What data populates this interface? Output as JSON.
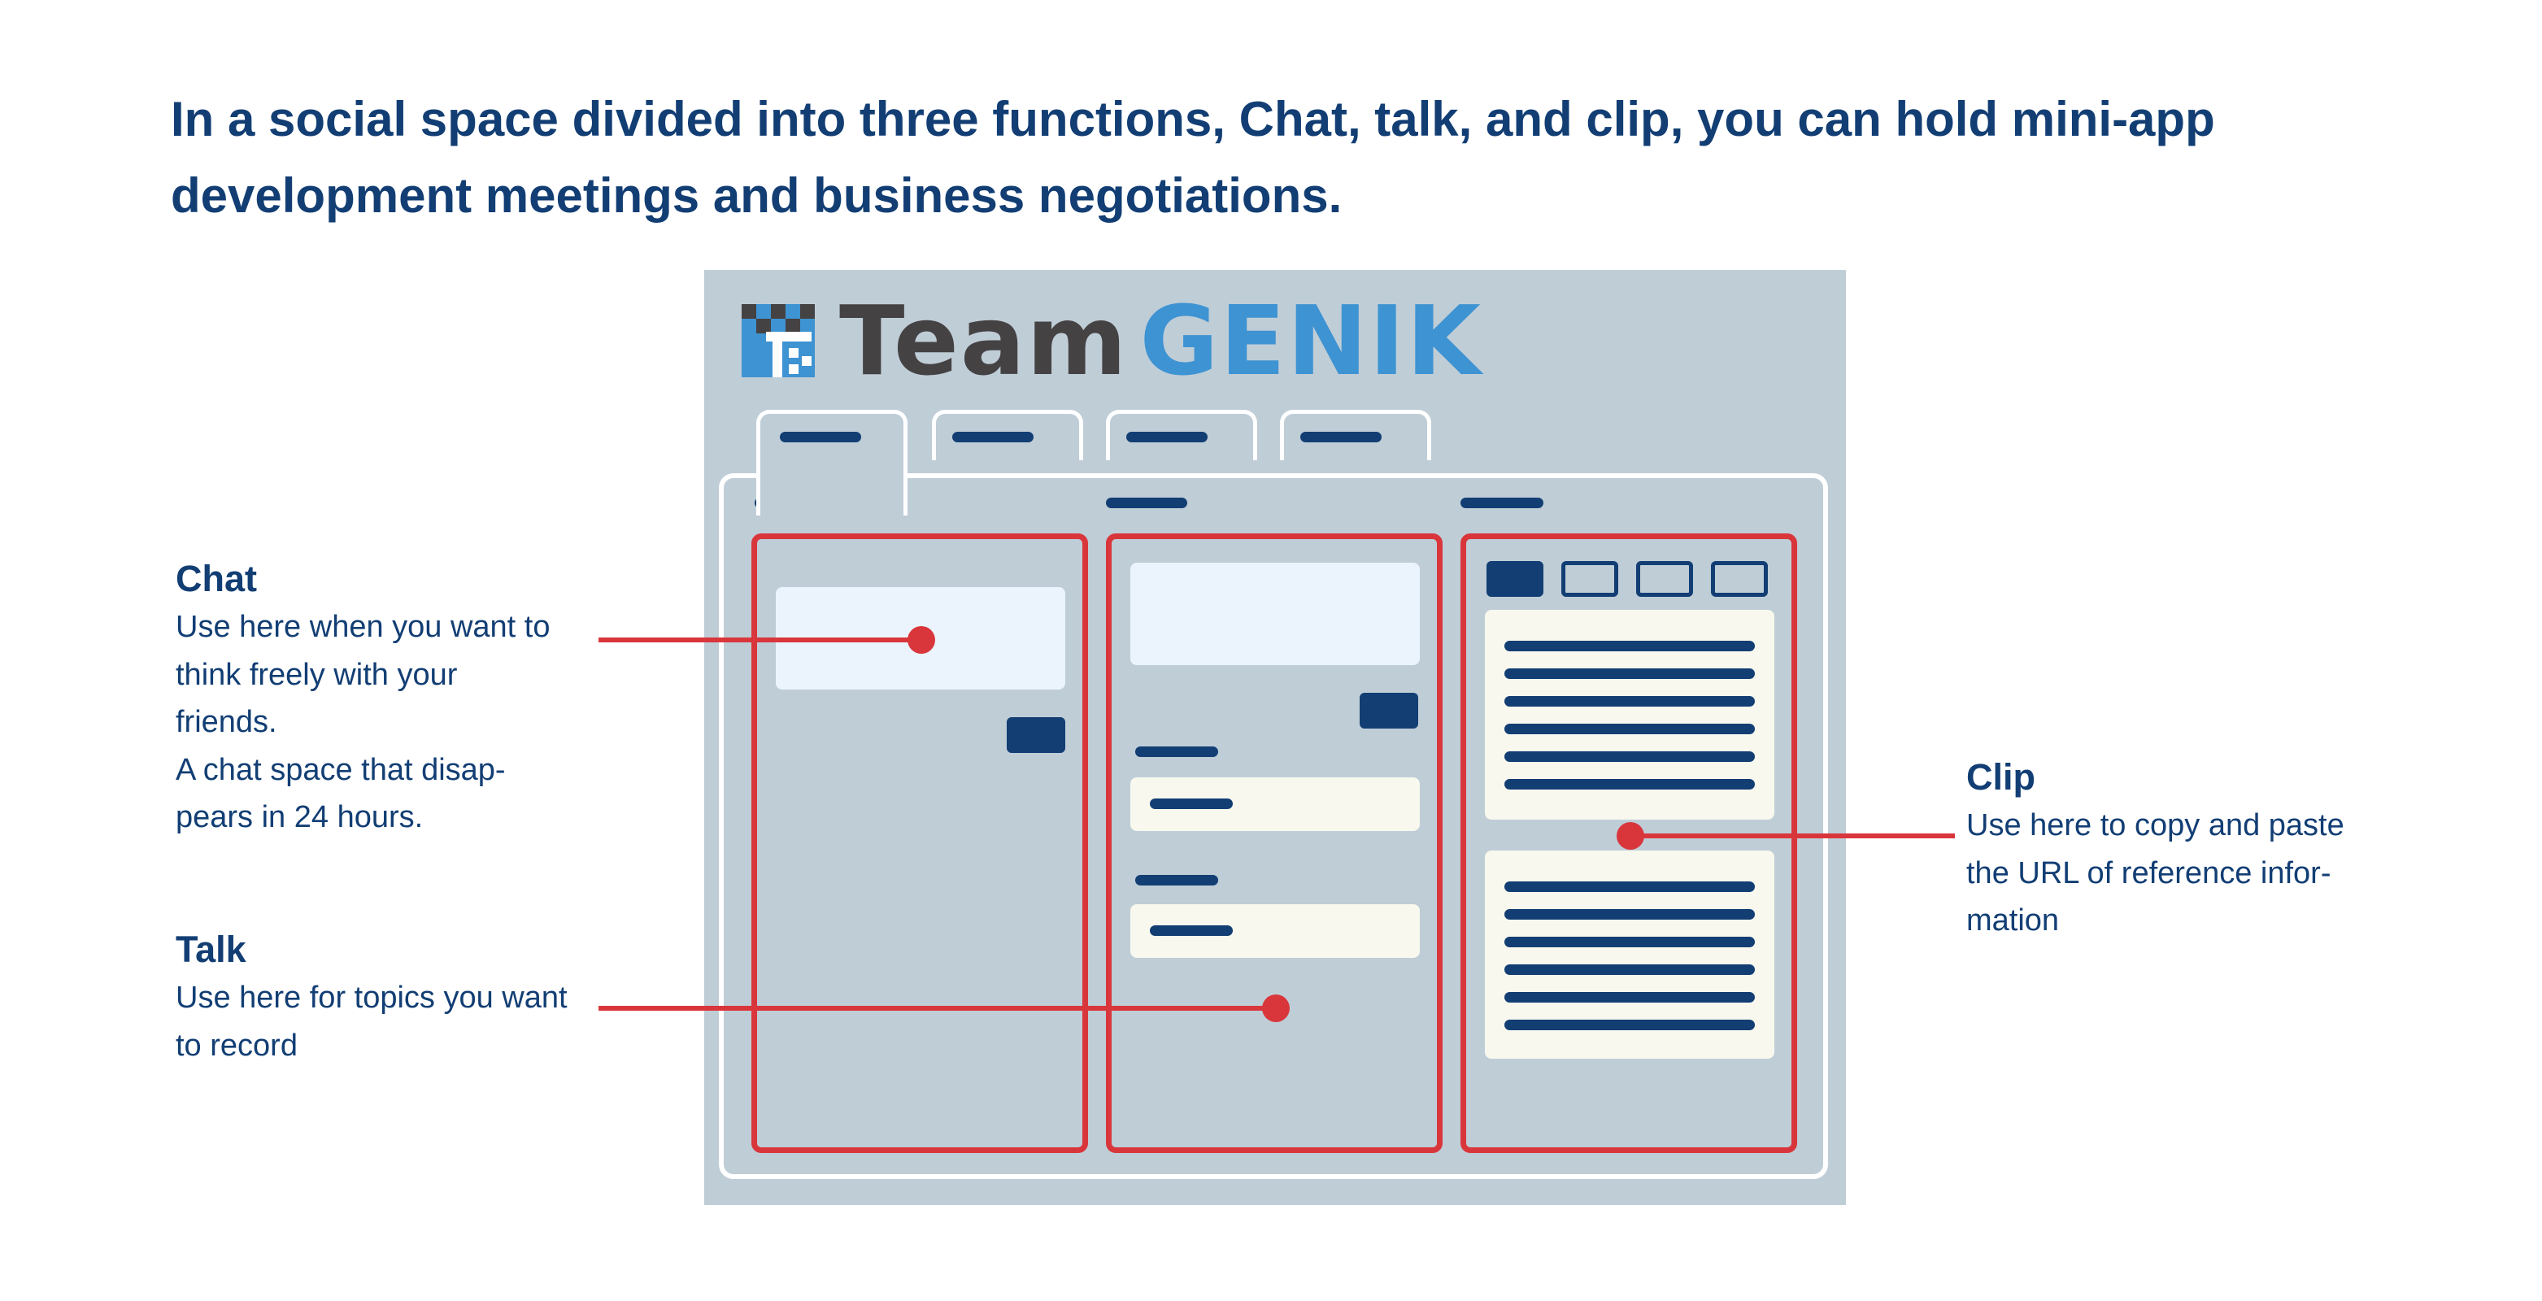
{
  "headline": "In a social space divided into three functions, Chat, talk, and clip, you can hold mini-app development meetings and business negotiations.",
  "logo": {
    "word_dark": "Team",
    "word_blue": "GENIK"
  },
  "callouts": {
    "chat": {
      "title": "Chat",
      "body": "Use here when you want to\nthink freely with your\nfriends.\nA chat space that disap-\npears in 24 hours."
    },
    "talk": {
      "title": "Talk",
      "body": "Use here for topics you want\nto record"
    },
    "clip": {
      "title": "Clip",
      "body": "Use here to copy and paste\nthe URL of reference infor-\nmation"
    }
  },
  "colors": {
    "text": "#123e74",
    "accent_red": "#d9363c",
    "mockup_bg": "#bfcdd7",
    "logo_dark": "#454244",
    "logo_blue": "#3e93d2"
  },
  "icons": [
    "teamgenik-logo-mark"
  ]
}
